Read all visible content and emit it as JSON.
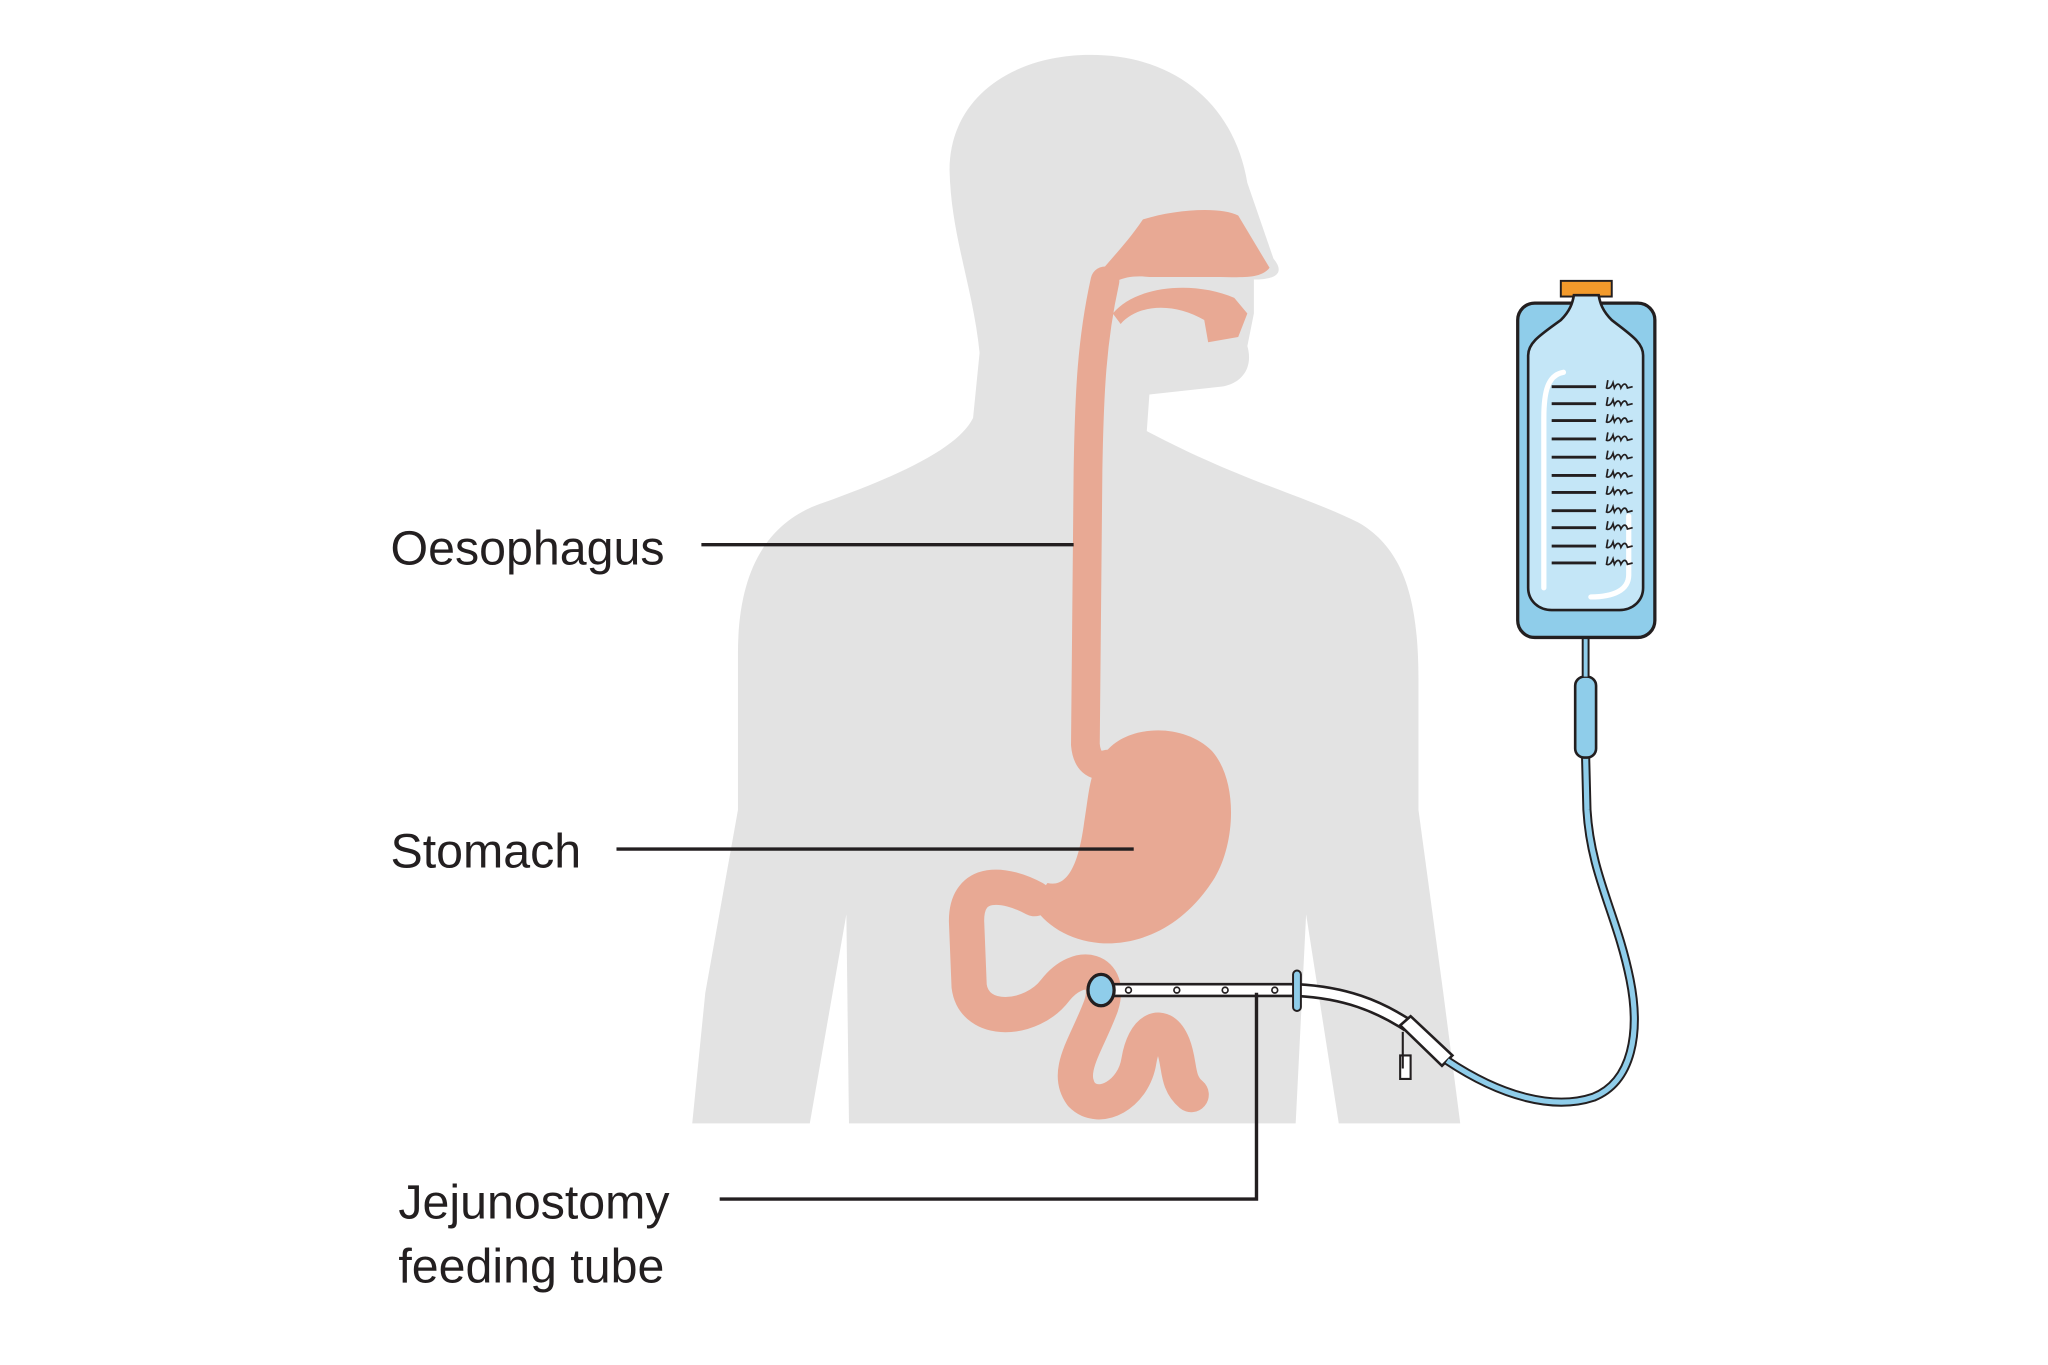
{
  "labels": {
    "oesophagus": "Oesophagus",
    "stomach": "Stomach",
    "jejunostomy_line1": "Jejunostomy",
    "jejunostomy_line2": "feeding tube"
  },
  "bag_scale_mark": "um",
  "colors": {
    "body": "#e3e3e3",
    "organ": "#e8a994",
    "tube_blue": "#8fcdea",
    "bag_blue": "#a8d9f2",
    "cap": "#f39a2b",
    "outline": "#231f20"
  }
}
